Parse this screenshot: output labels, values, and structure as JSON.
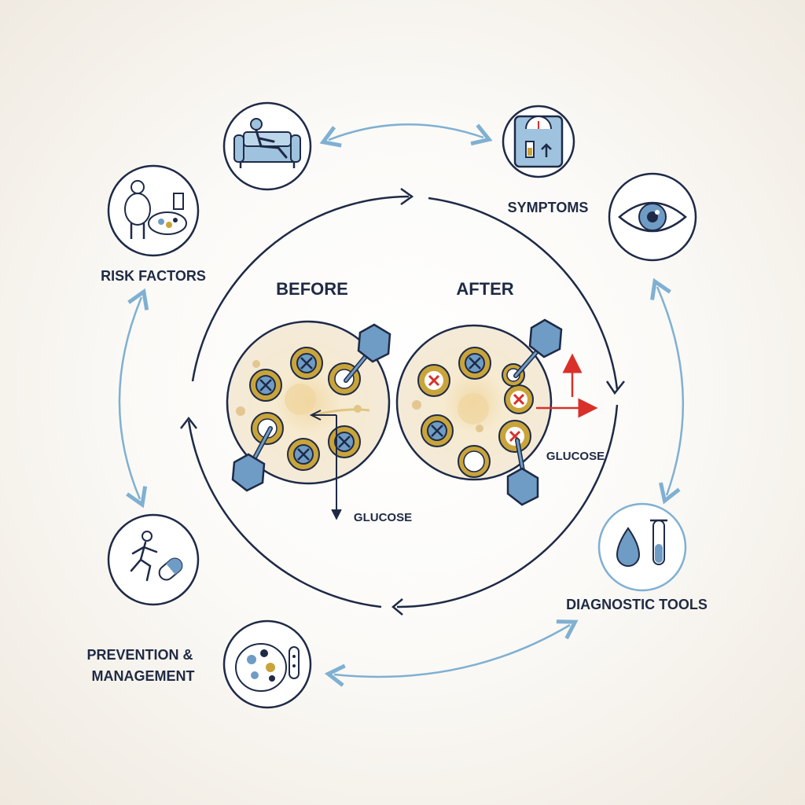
{
  "colors": {
    "navy": "#1e2a47",
    "blue": "#6f9cc4",
    "light_blue": "#8cb8d6",
    "gold": "#c9a43a",
    "cream": "#f1e6cc",
    "red": "#d9302a"
  },
  "labels": {
    "risk_factors": "RISK FACTORS",
    "symptoms": "SYMPTOMS",
    "diagnostic_tools": "DIAGNOSTIC TOOLS",
    "prevention_line1": "PREVENTION &",
    "prevention_line2": "MANAGEMENT",
    "before": "BEFORE",
    "after": "AFTER",
    "glucose_before": "GLUCOSE",
    "glucose_after": "GLUCOSE"
  },
  "icons": {
    "sedentary": "person-on-couch-icon",
    "obesity_diet": "person-with-food-icon",
    "scale": "weighing-scale-icon",
    "eye": "eye-icon",
    "diagnostics": "blood-drop-test-tube-icon",
    "exercise_medication": "runner-pill-icon",
    "healthy_food": "healthy-food-plate-icon"
  }
}
